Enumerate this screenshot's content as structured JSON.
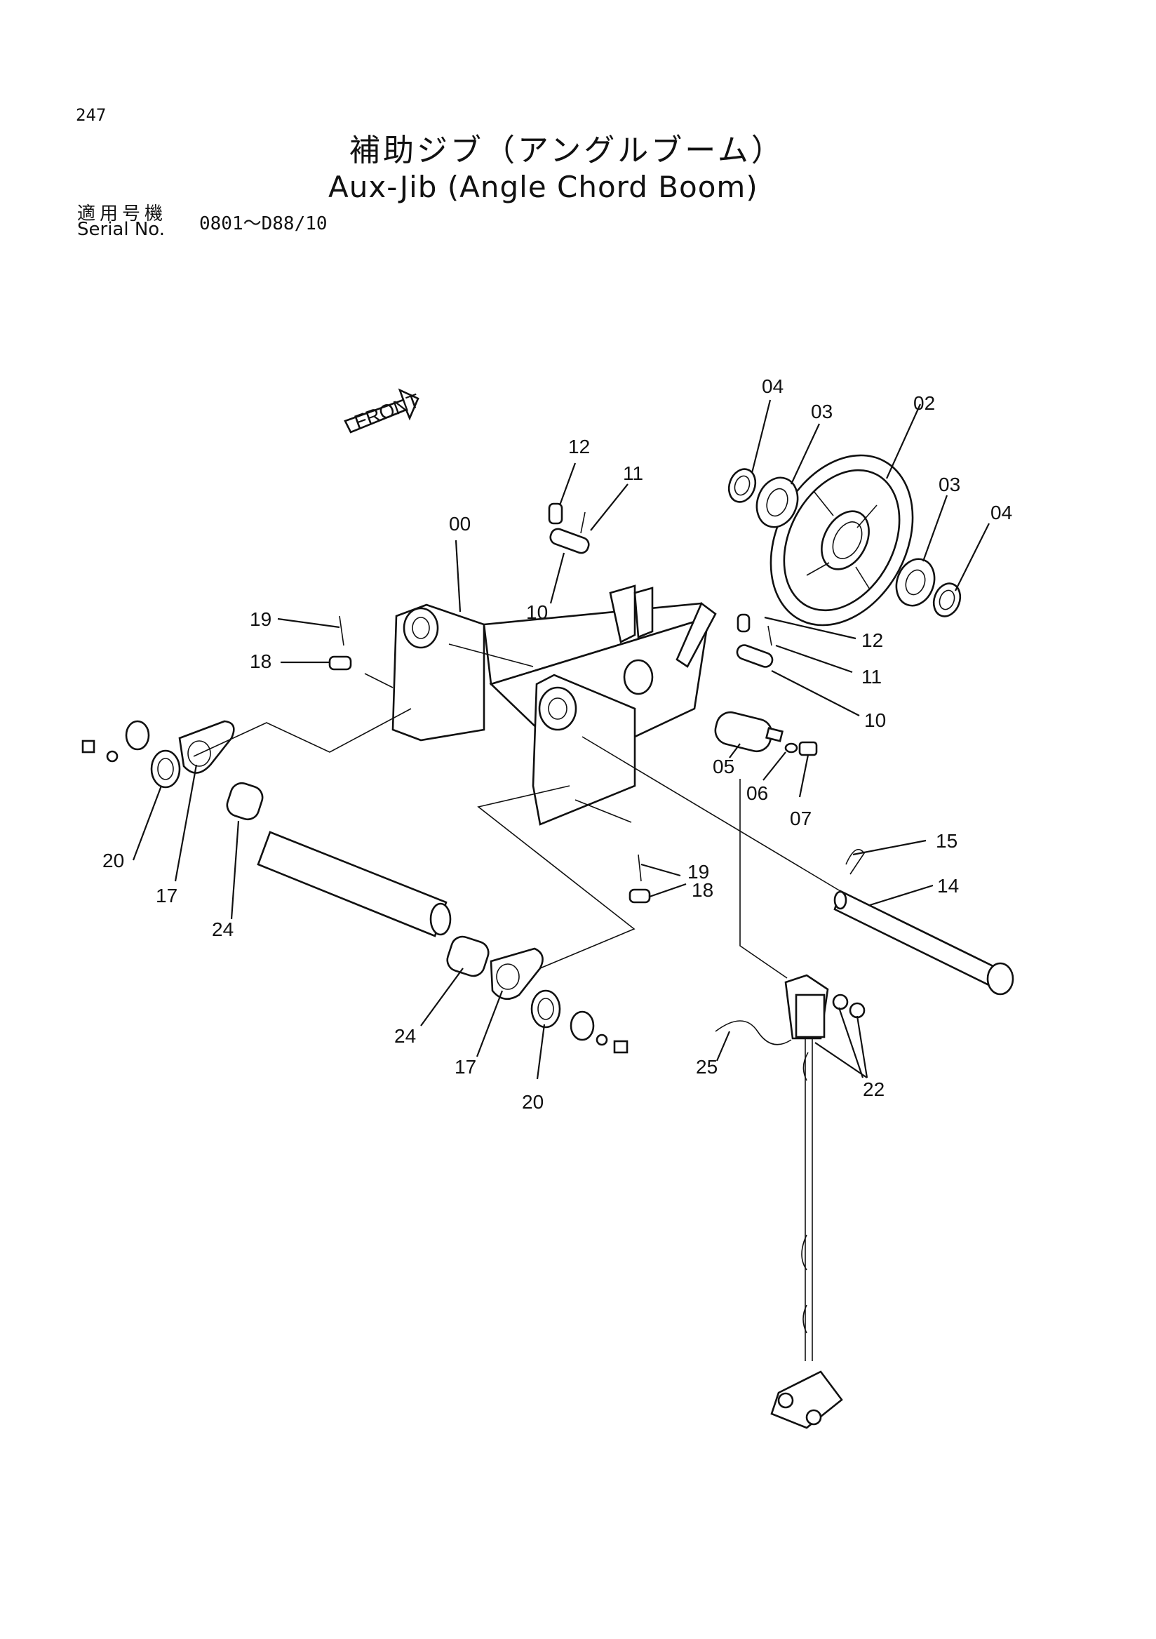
{
  "header": {
    "page_number": "247",
    "title_jp": "補助ジブ（アングルブーム）",
    "title_en": "Aux-Jib (Angle Chord Boom)",
    "serial_label_jp": "適用号機",
    "serial_label_en": "Serial No.",
    "serial_range": "0801～D88/10"
  },
  "diagram": {
    "front_marker": "FRONT",
    "callouts": {
      "c00": "00",
      "c02": "02",
      "c03a": "03",
      "c03b": "03",
      "c04a": "04",
      "c04b": "04",
      "c05": "05",
      "c06": "06",
      "c07": "07",
      "c10a": "10",
      "c10b": "10",
      "c11a": "11",
      "c11b": "11",
      "c12a": "12",
      "c12b": "12",
      "c14": "14",
      "c15": "15",
      "c17a": "17",
      "c17b": "17",
      "c18a": "18",
      "c18b": "18",
      "c19a": "19",
      "c19b": "19",
      "c20a": "20",
      "c20b": "20",
      "c22": "22",
      "c24a": "24",
      "c24b": "24",
      "c25": "25"
    }
  }
}
